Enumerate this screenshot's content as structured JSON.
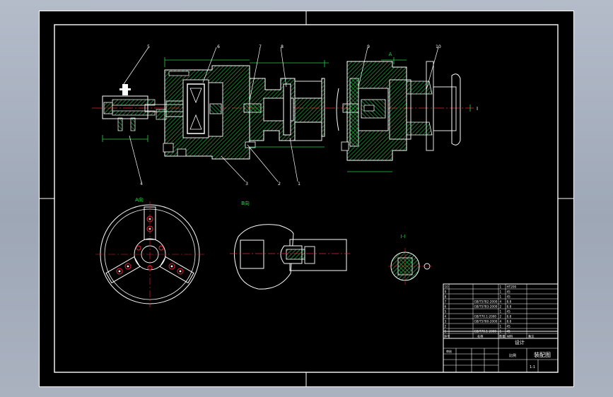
{
  "balloons": [
    "5",
    "6",
    "7",
    "8",
    "9",
    "10",
    "4",
    "3",
    "2",
    "1"
  ],
  "view_labels": {
    "top": "A",
    "left": "A向",
    "middle": "B向",
    "right": "I-I",
    "far_right": "I"
  },
  "bom_rows": [
    [
      "10",
      "",
      "",
      "1",
      "HT200",
      ""
    ],
    [
      "9",
      "",
      "",
      "1",
      "45",
      ""
    ],
    [
      "8",
      "",
      "",
      "1",
      "45",
      ""
    ],
    [
      "7",
      "",
      "GB/T5782-2000",
      "4",
      "8.8",
      ""
    ],
    [
      "6",
      "",
      "GB/T5783-2000",
      "2",
      "8.8",
      ""
    ],
    [
      "5",
      "",
      "",
      "1",
      "45",
      ""
    ],
    [
      "4",
      "",
      "GB/T70.1-2000",
      "2",
      "8.8",
      ""
    ],
    [
      "3",
      "",
      "GB/T5780-2000",
      "4",
      "8.8",
      ""
    ],
    [
      "2",
      "",
      "",
      "1",
      "45",
      ""
    ],
    [
      "1",
      "",
      "GB/T70.1-2000",
      "1",
      "45",
      ""
    ]
  ],
  "bom_header": [
    "序号",
    "名称",
    "数量",
    "材料",
    "备注"
  ],
  "title_block": {
    "drawing_name": "装配图",
    "scale_label": "比例",
    "scale": "1:1",
    "design": "设计",
    "check": "审核"
  },
  "colors": {
    "outline": "#ffffff",
    "hatch": "#27d24a",
    "centerline": "#e8232f",
    "sheet_bg": "#000000",
    "dim": "#ff4040"
  }
}
